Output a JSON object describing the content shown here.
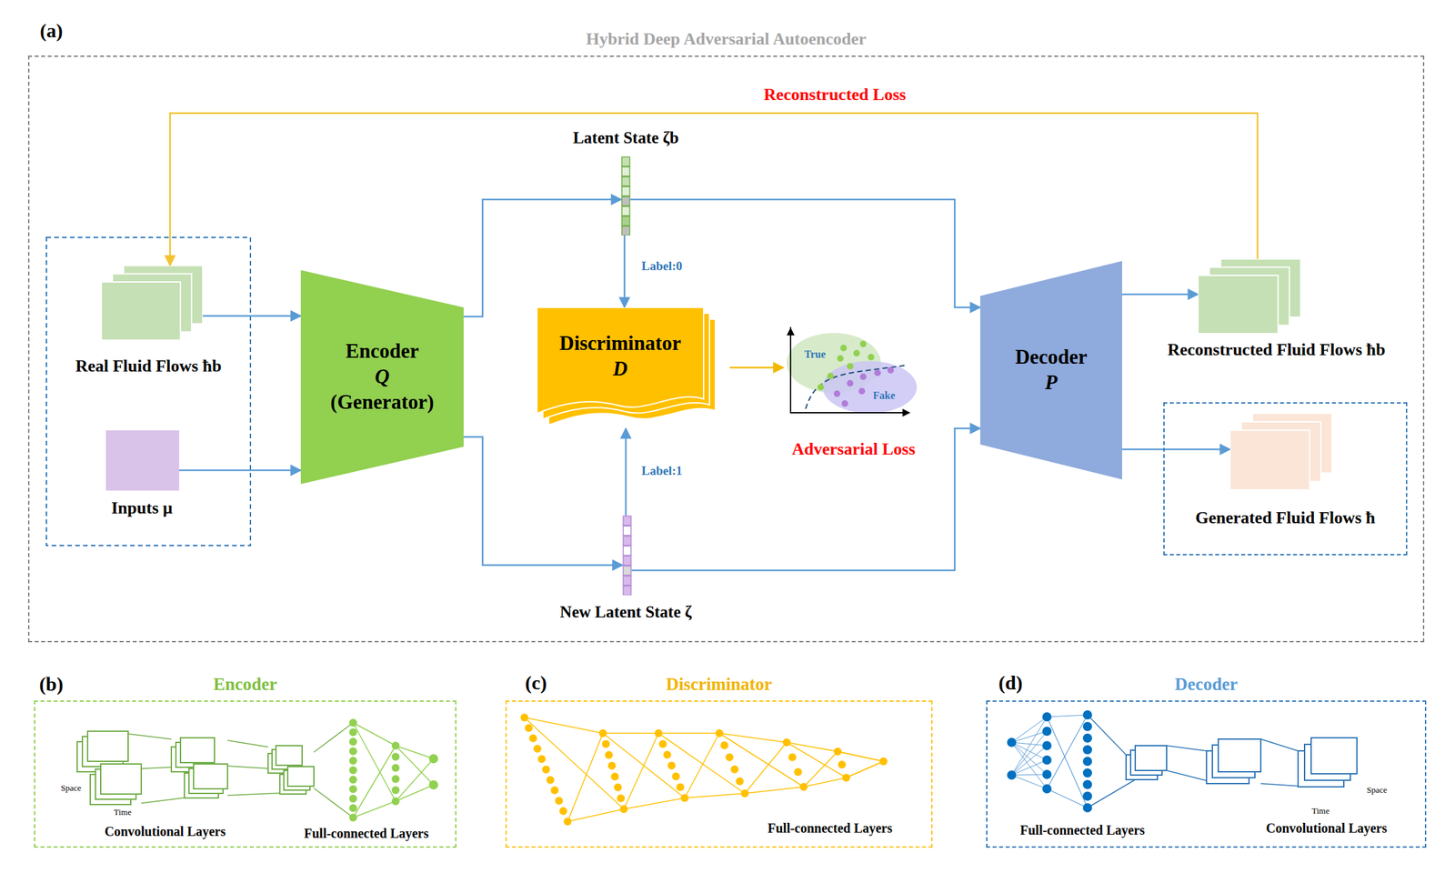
{
  "diagram": {
    "nodes": [
      {
        "text": [
          "Hybrid Deep Adversarial Autoencoder"
        ]
      },
      {
        "text": [
          "Real Fluid Flows ħb"
        ],
        "in": 0
      },
      {
        "text": [
          "Inputs μ"
        ],
        "in": 0
      },
      {
        "text": [
          "Encoder",
          "Q",
          "(Generator)"
        ],
        "in": 0
      },
      {
        "text": [
          "Latent State ζb"
        ],
        "in": 0
      },
      {
        "text": [
          "Discriminator",
          "D"
        ],
        "in": 0
      },
      {
        "text": [
          "New Latent State ζ"
        ],
        "in": 0
      },
      {
        "text": [
          "Decoder",
          "P"
        ],
        "in": 0
      },
      {
        "text": [
          "Reconstructed Fluid Flows ħb"
        ],
        "in": 0
      },
      {
        "text": [
          "Generated Fluid Flows ħ"
        ],
        "in": 0
      },
      {
        "text": [
          "Encoder"
        ]
      },
      {
        "text": [
          "Discriminator"
        ]
      },
      {
        "text": [
          "Decoder"
        ]
      }
    ],
    "edges": [
      {
        "from": 1,
        "to": 3,
        "arrow": "to"
      },
      {
        "from": 2,
        "to": 3,
        "arrow": "to"
      },
      {
        "from": 3,
        "to": 4,
        "arrow": "to"
      },
      {
        "from": 3,
        "to": 6,
        "arrow": "to"
      },
      {
        "from": 4,
        "to": 5,
        "label": "Label:0",
        "arrow": "to"
      },
      {
        "from": 6,
        "to": 5,
        "label": "Label:1",
        "arrow": "to"
      },
      {
        "from": 4,
        "to": 7,
        "arrow": "to"
      },
      {
        "from": 6,
        "to": 7,
        "arrow": "to"
      },
      {
        "from": 7,
        "to": 8,
        "arrow": "to"
      },
      {
        "from": 7,
        "to": 9,
        "arrow": "to"
      },
      {
        "from": 8,
        "to": 1,
        "label": "Reconstructed Loss",
        "arrow": "to"
      }
    ],
    "labels": [
      "(a)",
      "True",
      "Fake",
      "Adversarial Loss",
      "(b)",
      "(c)",
      "(d)",
      "Space",
      "Time",
      "Convolutional Layers",
      "Full-connected Layers",
      "Full-connected Layers",
      "Full-connected Layers",
      "Convolutional Layers",
      "Time",
      "Space"
    ]
  }
}
